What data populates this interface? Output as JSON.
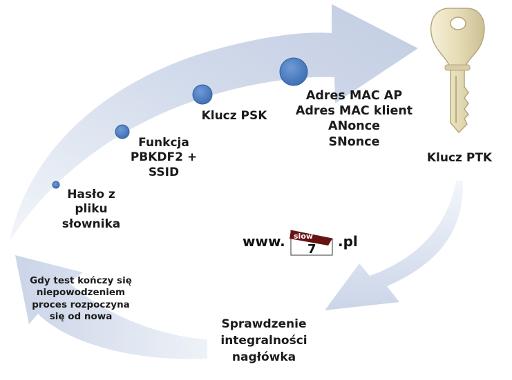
{
  "steps": {
    "password": "Hasło z\npliku\nsłownika",
    "pbkdf2": "Funkcja\nPBKDF2 +\nSSID",
    "psk": "Klucz PSK",
    "handshake": "Adres MAC AP\nAdres MAC klient\nANonce\nSNonce",
    "ptk": "Klucz PTK",
    "check": "Sprawdzenie\nintegralności\nnagłówka",
    "fail": "Gdy test kończy się\nniepowodzeniem\nproces rozpoczyna\nsię od nowa"
  },
  "logo": {
    "prefix": "www.",
    "word": "slow",
    "digit": "7",
    "suffix": ".pl"
  },
  "icons": {
    "key": "key-icon"
  },
  "colors": {
    "arrow": "#c9d3e6",
    "arrow_light": "#e6ebf4",
    "dot": "#4a7ec4",
    "dot_edge": "#2f5f9f",
    "key": "#ece3c4",
    "key_shadow": "#b9ad84"
  }
}
